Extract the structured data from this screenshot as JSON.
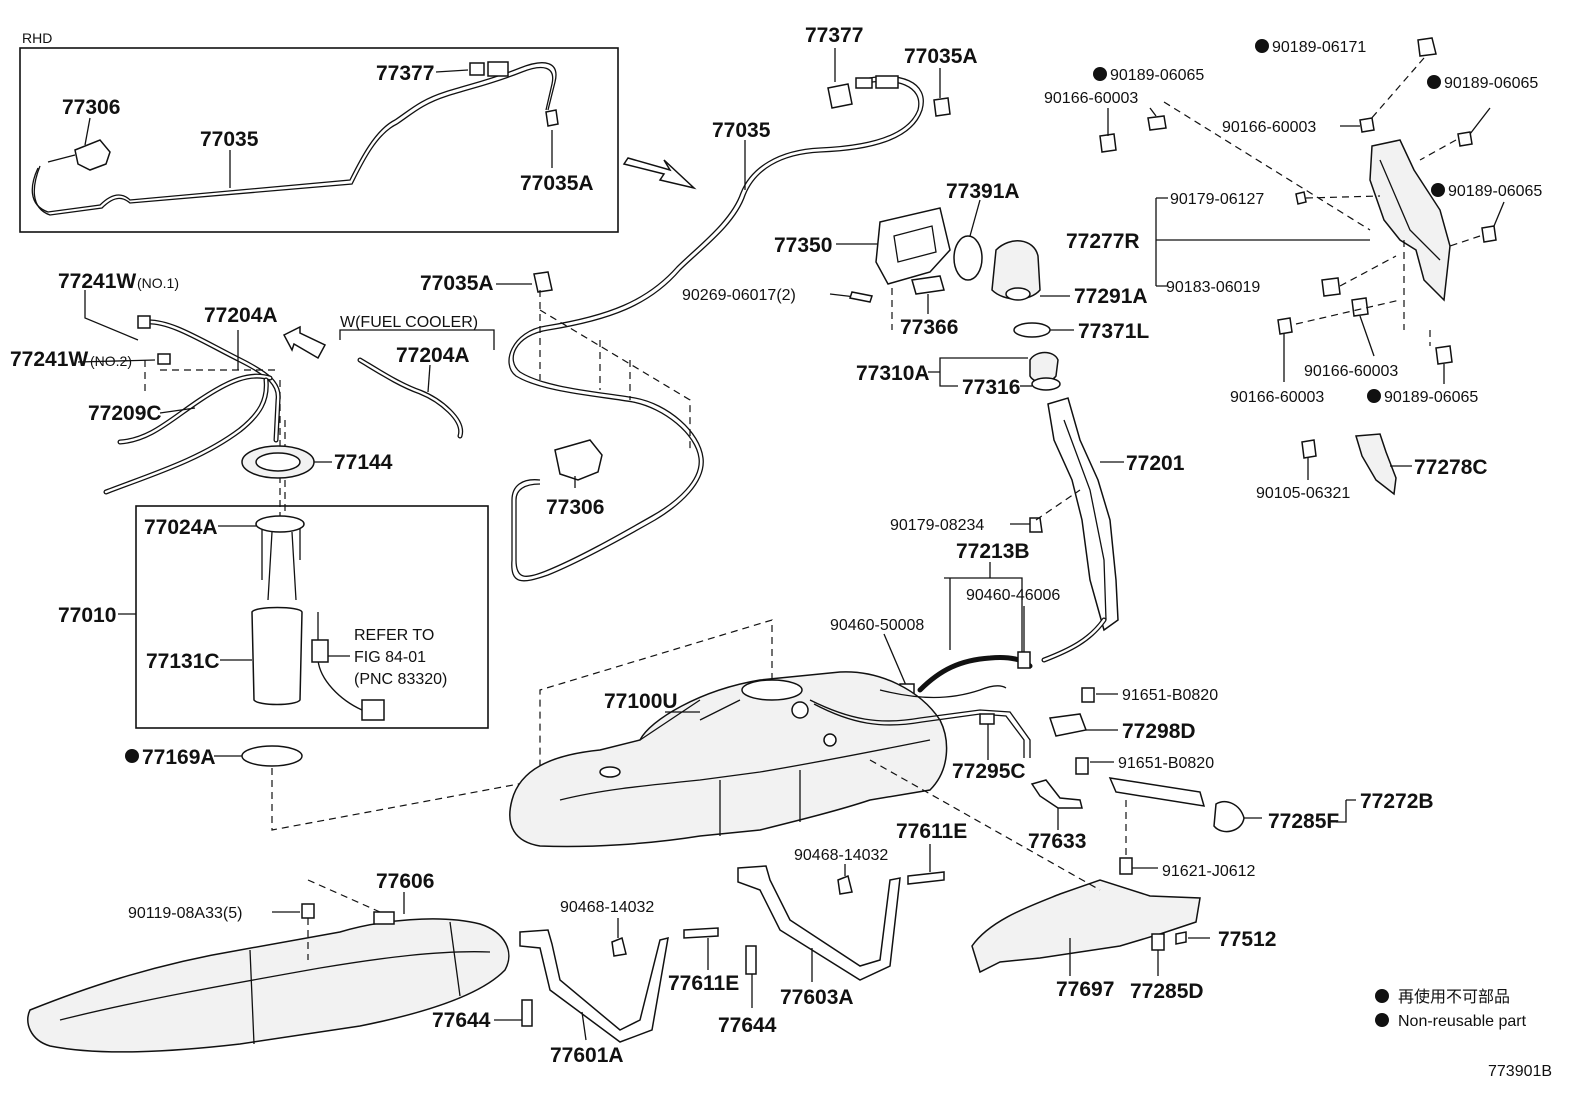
{
  "diagram": {
    "figure_id": "773901B",
    "inset": {
      "title": "RHD",
      "labels": [
        "77306",
        "77035",
        "77377",
        "77035A"
      ]
    },
    "variant_note": "W(FUEL COOLER)",
    "reference": {
      "line1": "REFER TO",
      "line2": "FIG 84-01",
      "line3": "(PNC 83320)"
    },
    "legend": {
      "line1": "再使用不可部品",
      "line2": "Non-reusable part"
    },
    "parts": {
      "p77377": "77377",
      "p77035A_top": "77035A",
      "p77035_main": "77035",
      "p77035A_mid": "77035A",
      "p77306_main": "77306",
      "p77241W_1": "77241W",
      "no1": "(NO.1)",
      "p77241W_2": "77241W",
      "no2": "(NO.2)",
      "p77204A_left": "77204A",
      "p77204A_right": "77204A",
      "p77209C": "77209C",
      "p77144": "77144",
      "p77024A": "77024A",
      "p77010": "77010",
      "p77131C": "77131C",
      "p77169A": "77169A",
      "p77350": "77350",
      "p90269": "90269-06017(2)",
      "p77366": "77366",
      "p77391A": "77391A",
      "p77291A": "77291A",
      "p77371L": "77371L",
      "p77310A": "77310A",
      "p77316": "77316",
      "p77201": "77201",
      "p90179_08234": "90179-08234",
      "p77213B": "77213B",
      "p90460_46006": "90460-46006",
      "p90460_50008": "90460-50008",
      "p77100U": "77100U",
      "p91651_a": "91651-B0820",
      "p77298D": "77298D",
      "p91651_b": "91651-B0820",
      "p77295C": "77295C",
      "p77272B": "77272B",
      "p77285F": "77285F",
      "p77633": "77633",
      "p91621": "91621-J0612",
      "p77611E_r": "77611E",
      "p90468_r": "90468-14032",
      "p77606": "77606",
      "p90119": "90119-08A33(5)",
      "p90468_l": "90468-14032",
      "p77611E_l": "77611E",
      "p77644_l": "77644",
      "p77644_m": "77644",
      "p77601A": "77601A",
      "p77603A": "77603A",
      "p77697": "77697",
      "p77285D": "77285D",
      "p77512": "77512",
      "p90189_06171": "90189-06171",
      "p90189_06065_a": "90189-06065",
      "p90166_60003_a": "90166-60003",
      "p90189_06065_b": "90189-06065",
      "p90166_60003_b": "90166-60003",
      "p90179_06127": "90179-06127",
      "p90189_06065_c": "90189-06065",
      "p77277R": "77277R",
      "p90183_06019": "90183-06019",
      "p90166_60003_c": "90166-60003",
      "p90166_60003_d": "90166-60003",
      "p90189_06065_d": "90189-06065",
      "p77278C": "77278C",
      "p90105_06321": "90105-06321"
    }
  }
}
